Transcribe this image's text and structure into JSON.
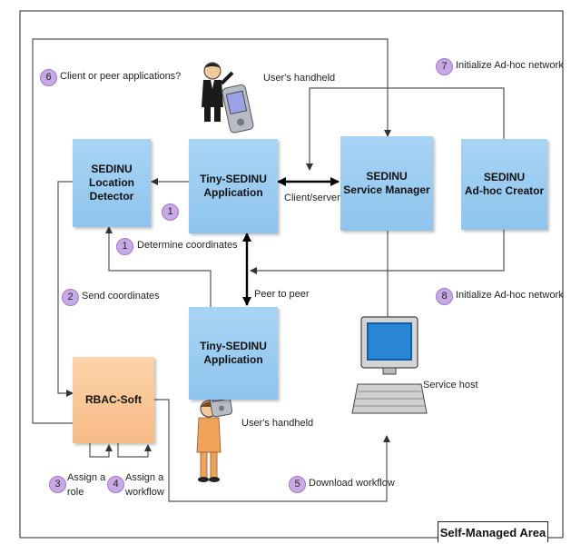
{
  "boxes": {
    "location_detector": [
      "SEDINU",
      "Location",
      "Detector"
    ],
    "tiny_app_top": [
      "Tiny-SEDINU",
      "Application"
    ],
    "service_manager": [
      "SEDINU",
      "Service Manager"
    ],
    "adhoc_creator": [
      "SEDINU",
      "Ad-hoc Creator"
    ],
    "tiny_app_bottom": [
      "Tiny-SEDINU",
      "Application"
    ],
    "rbac": [
      "RBAC-Soft"
    ],
    "area": "Self-Managed Area"
  },
  "labels": {
    "users_handheld_top": "User's handheld",
    "users_handheld_bottom": "User's handheld",
    "client_server": "Client/server",
    "peer_to_peer": "Peer to peer",
    "service_host": "Service host"
  },
  "steps": {
    "s1a": {
      "num": "1",
      "text": ""
    },
    "s1b": {
      "num": "1",
      "text": "Determine coordinates"
    },
    "s2": {
      "num": "2",
      "text": "Send coordinates"
    },
    "s3": {
      "num": "3",
      "lines": [
        "Assign a",
        "role"
      ]
    },
    "s4": {
      "num": "4",
      "lines": [
        "Assign a",
        "workflow"
      ]
    },
    "s5": {
      "num": "5",
      "text": "Download workflow"
    },
    "s6": {
      "num": "6",
      "text": "Client or peer applications?"
    },
    "s7": {
      "num": "7",
      "text": "Initialize Ad-hoc network"
    },
    "s8": {
      "num": "8",
      "text": "Initialize Ad-hoc network"
    }
  },
  "colors": {
    "box_blue": "#9ccbf2",
    "box_orange": "#f9c495",
    "badge": "#c9a8e6",
    "line": "#555555"
  },
  "icons": [
    "person-icon",
    "handheld-icon",
    "computer-icon"
  ]
}
